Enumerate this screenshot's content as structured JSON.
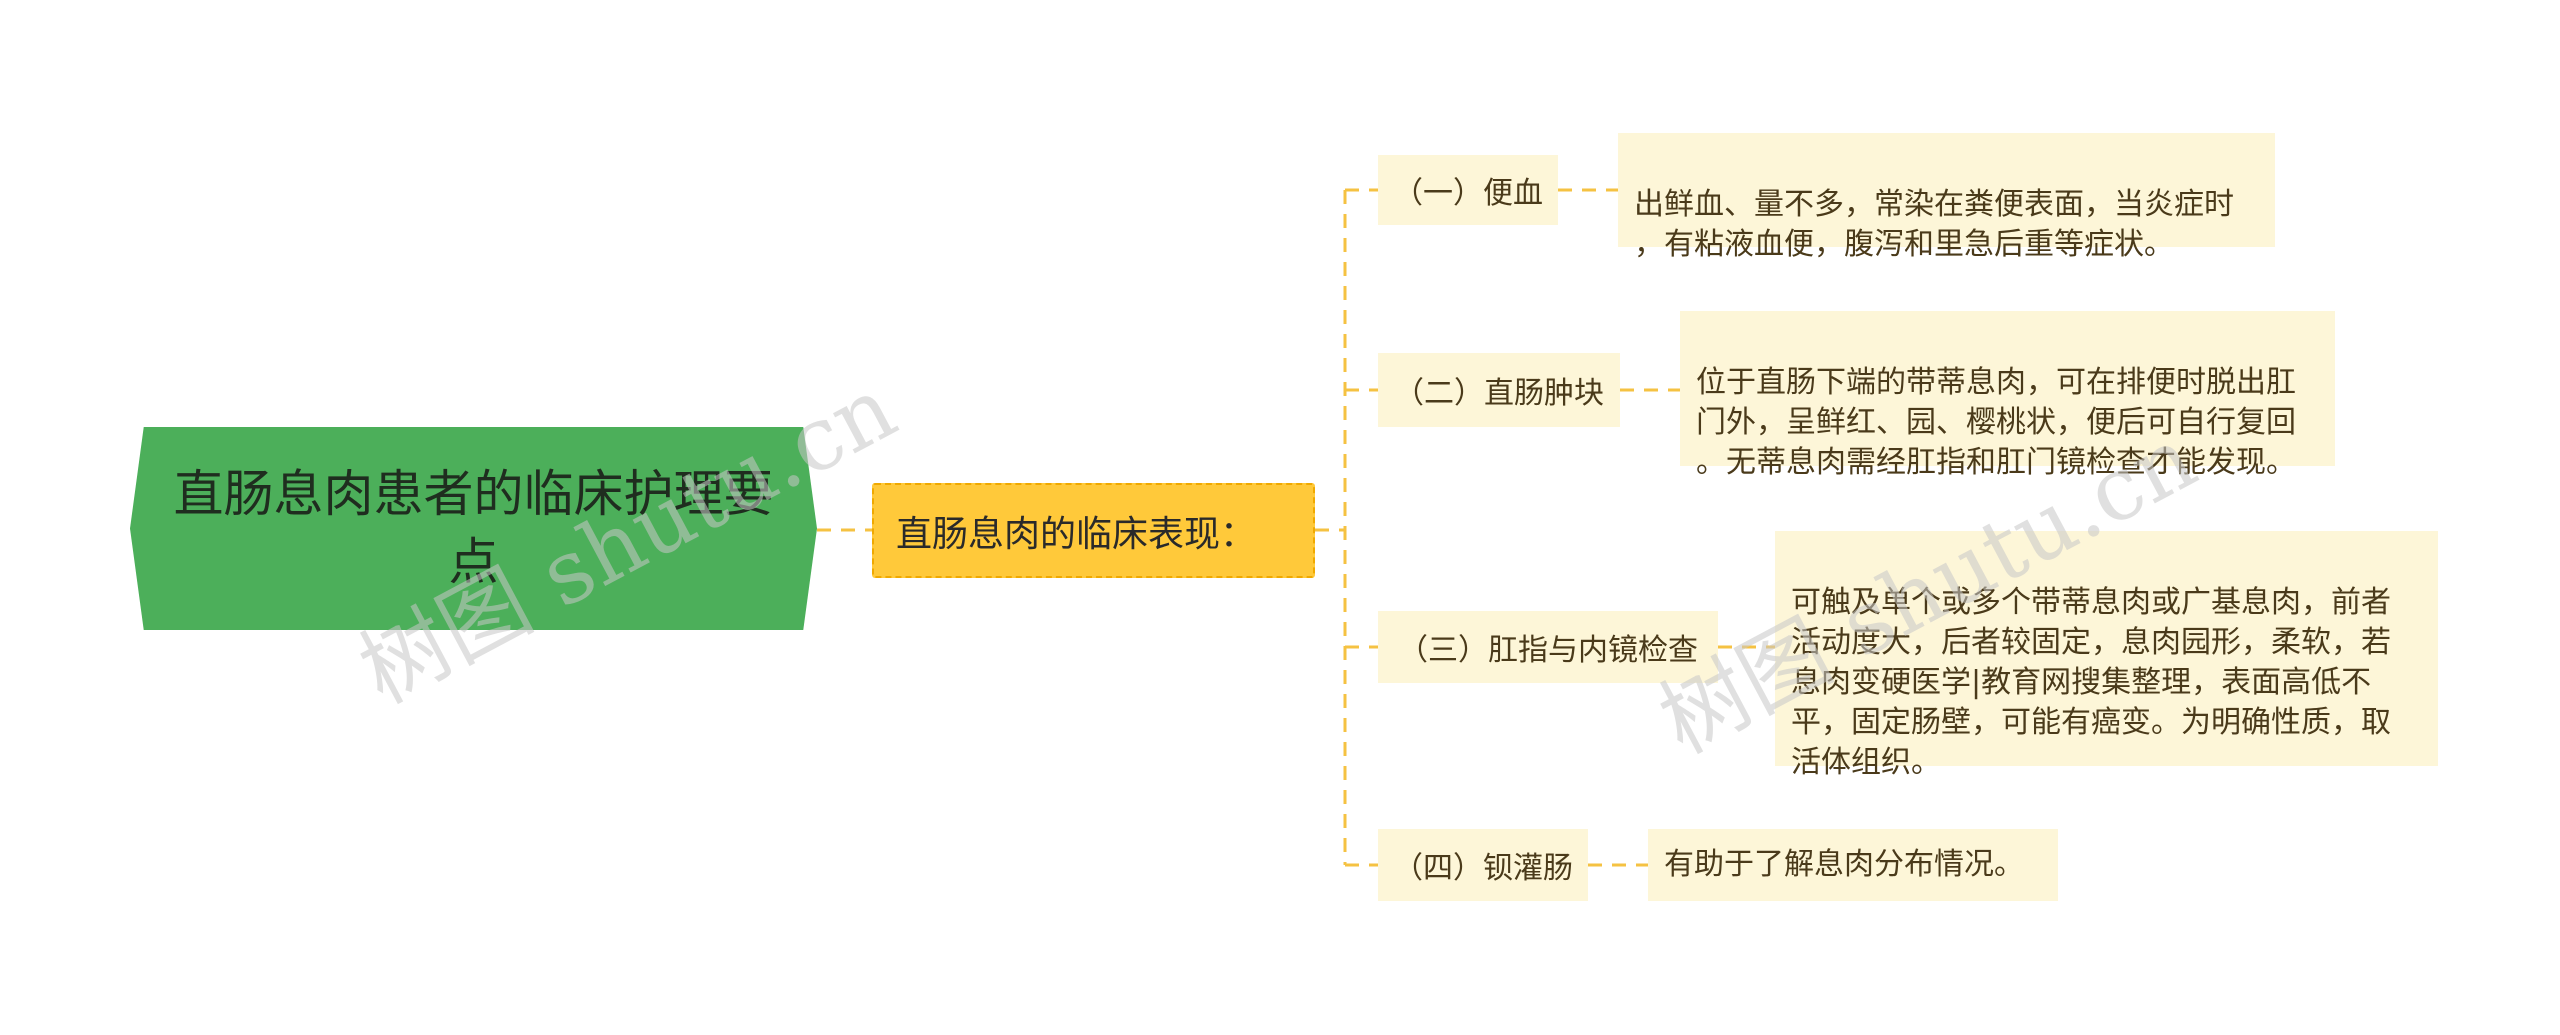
{
  "root": {
    "title": "直肠息肉患者的临床护理要点"
  },
  "subtopic": {
    "label": "直肠息肉的临床表现："
  },
  "branches": [
    {
      "label": "（一）便血",
      "detail": "出鲜血、量不多，常染在粪便表面，当炎症时\n，有粘液血便，腹泻和里急后重等症状。"
    },
    {
      "label": "（二）直肠肿块",
      "detail": "位于直肠下端的带蒂息肉，可在排便时脱出肛\n门外，呈鲜红、园、樱桃状，便后可自行复回\n。无蒂息肉需经肛指和肛门镜检查才能发现。"
    },
    {
      "label": "（三）肛指与内镜检查",
      "detail": "可触及单个或多个带蒂息肉或广基息肉，前者\n活动度大，后者较固定，息肉园形，柔软，若\n息肉变硬医学|教育网搜集整理，表面高低不\n平，固定肠壁，可能有癌变。为明确性质，取\n活体组织。"
    },
    {
      "label": "（四）钡灌肠",
      "detail": "有助于了解息肉分布情况。"
    }
  ],
  "watermarks": [
    "树图 shutu.cn",
    "树图 shutu.cn"
  ],
  "colors": {
    "root": "#4caf5a",
    "subtopic": "#ffc93a",
    "node": "#fdf6d8",
    "connector": "#f5c242"
  }
}
